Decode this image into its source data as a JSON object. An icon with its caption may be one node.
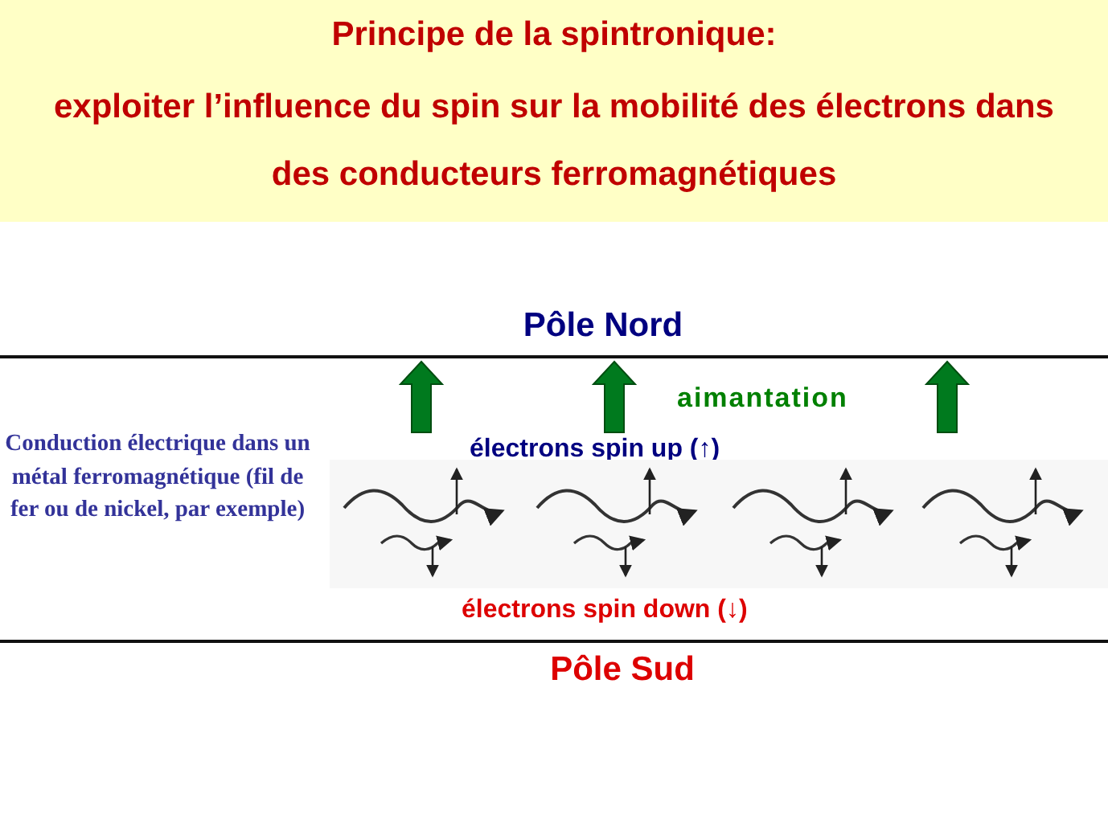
{
  "diagram": {
    "title": "Principe de la spintronique:",
    "labels": [
      "exploiter l’influence du spin sur la mobilité des électrons dans des conducteurs ferromagnétiques",
      "Pôle Nord",
      "aimantation",
      "Conduction électrique dans un métal ferromagnétique (fil de fer ou de nickel, par exemple)",
      "électrons spin up (↑)",
      "électrons spin down (↓)",
      "Pôle Sud"
    ]
  }
}
